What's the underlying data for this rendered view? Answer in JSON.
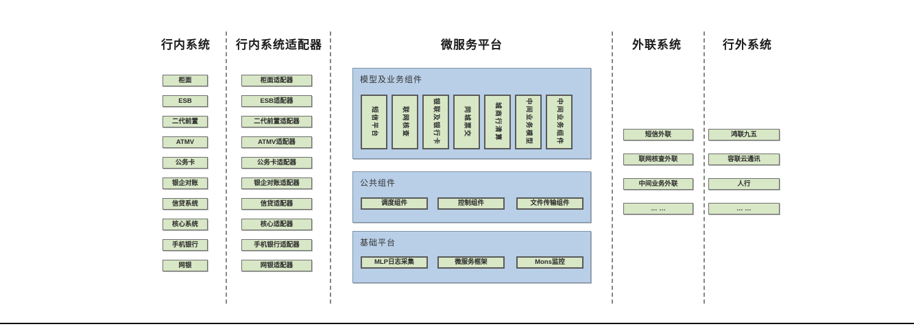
{
  "internal_systems": {
    "title": "行内系统",
    "items": [
      "柜面",
      "ESB",
      "二代前置",
      "ATMV",
      "公务卡",
      "银企对账",
      "信贷系统",
      "核心系统",
      "手机银行",
      "网银"
    ]
  },
  "internal_adapters": {
    "title": "行内系统适配器",
    "items": [
      "柜面适配器",
      "ESB适配器",
      "二代前置适配器",
      "ATMV适配器",
      "公务卡适配器",
      "银企对账适配器",
      "信贷适配器",
      "核心适配器",
      "手机银行适配器",
      "网银适配器"
    ]
  },
  "platform": {
    "title": "微服务平台",
    "model_panel": {
      "title": "模型及业务组件",
      "items": [
        "短信平台",
        "联网核查",
        "银联及银行卡",
        "同城票交",
        "城商行清算",
        "中间业务模型",
        "中间业务组件"
      ]
    },
    "common_panel": {
      "title": "公共组件",
      "items": [
        "调度组件",
        "控制组件",
        "文件传输组件"
      ]
    },
    "base_panel": {
      "title": "基础平台",
      "items": [
        "MLP日志采集",
        "微服务框架",
        "Mons监控"
      ]
    }
  },
  "outbound_systems": {
    "title": "外联系统",
    "items": [
      "短信外联",
      "联网核查外联",
      "中间业务外联",
      "… …"
    ]
  },
  "external_systems": {
    "title": "行外系统",
    "items": [
      "鸿联九五",
      "容联云通讯",
      "人行",
      "… …"
    ]
  },
  "colors": {
    "box_fill": "#d8e7c6",
    "box_border": "#6e6e6e",
    "panel_fill": "#b9cfe7",
    "panel_border": "#7d92a9",
    "divider": "#858585",
    "baseline": "#111111",
    "text": "#2b2b2b"
  }
}
